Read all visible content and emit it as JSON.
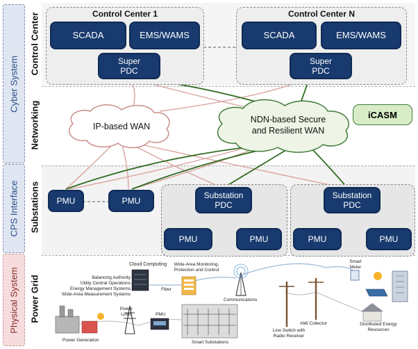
{
  "layers": {
    "cyber": "Cyber System",
    "cps": "CPS Interface",
    "physical": "Physical System"
  },
  "bands": {
    "control_center": "Control Center",
    "networking": "Networking",
    "substations": "Substations",
    "power_grid": "Power Grid"
  },
  "control_centers": {
    "cc1": {
      "title": "Control Center 1",
      "scada": "SCADA",
      "ems": "EMS/WAMS",
      "pdc": "Super\nPDC"
    },
    "ccn": {
      "title": "Control Center N",
      "scada": "SCADA",
      "ems": "EMS/WAMS",
      "pdc": "Super\nPDC"
    }
  },
  "networking": {
    "ip_wan": "IP-based WAN",
    "ndn_wan": "NDN-based Secure\nand Resilient WAN",
    "icasm": "iCASM"
  },
  "substations": {
    "pmu": "PMU",
    "substation_pdc": "Substation\nPDC"
  },
  "power_grid": {
    "cloud_computing": "Cloud Computing",
    "operations": "Balancing Authority\nUtility Central Operations\nEnergy Management Systems\nWide-Area Measurement Systems",
    "wide_area": "Wide-Area Monitoring,\nProtection and Control",
    "fiber": "Fiber",
    "communications": "Communications",
    "smart_meter": "Smart\nMeter",
    "power_lines": "Power\nLines",
    "pmu": "PMU",
    "ami_collector": "AMI Collector",
    "line_switch": "Line Switch with\nRadio Receiver",
    "distributed": "Distributed Energy\nResources",
    "power_generation": "Power Generation",
    "smart_substations": "Smart Substations"
  },
  "colors": {
    "box_fill": "#183a6e",
    "green_link": "#2f6b1f",
    "red_link": "#d9a3a0",
    "icasm_fill": "#d7ecc7"
  }
}
